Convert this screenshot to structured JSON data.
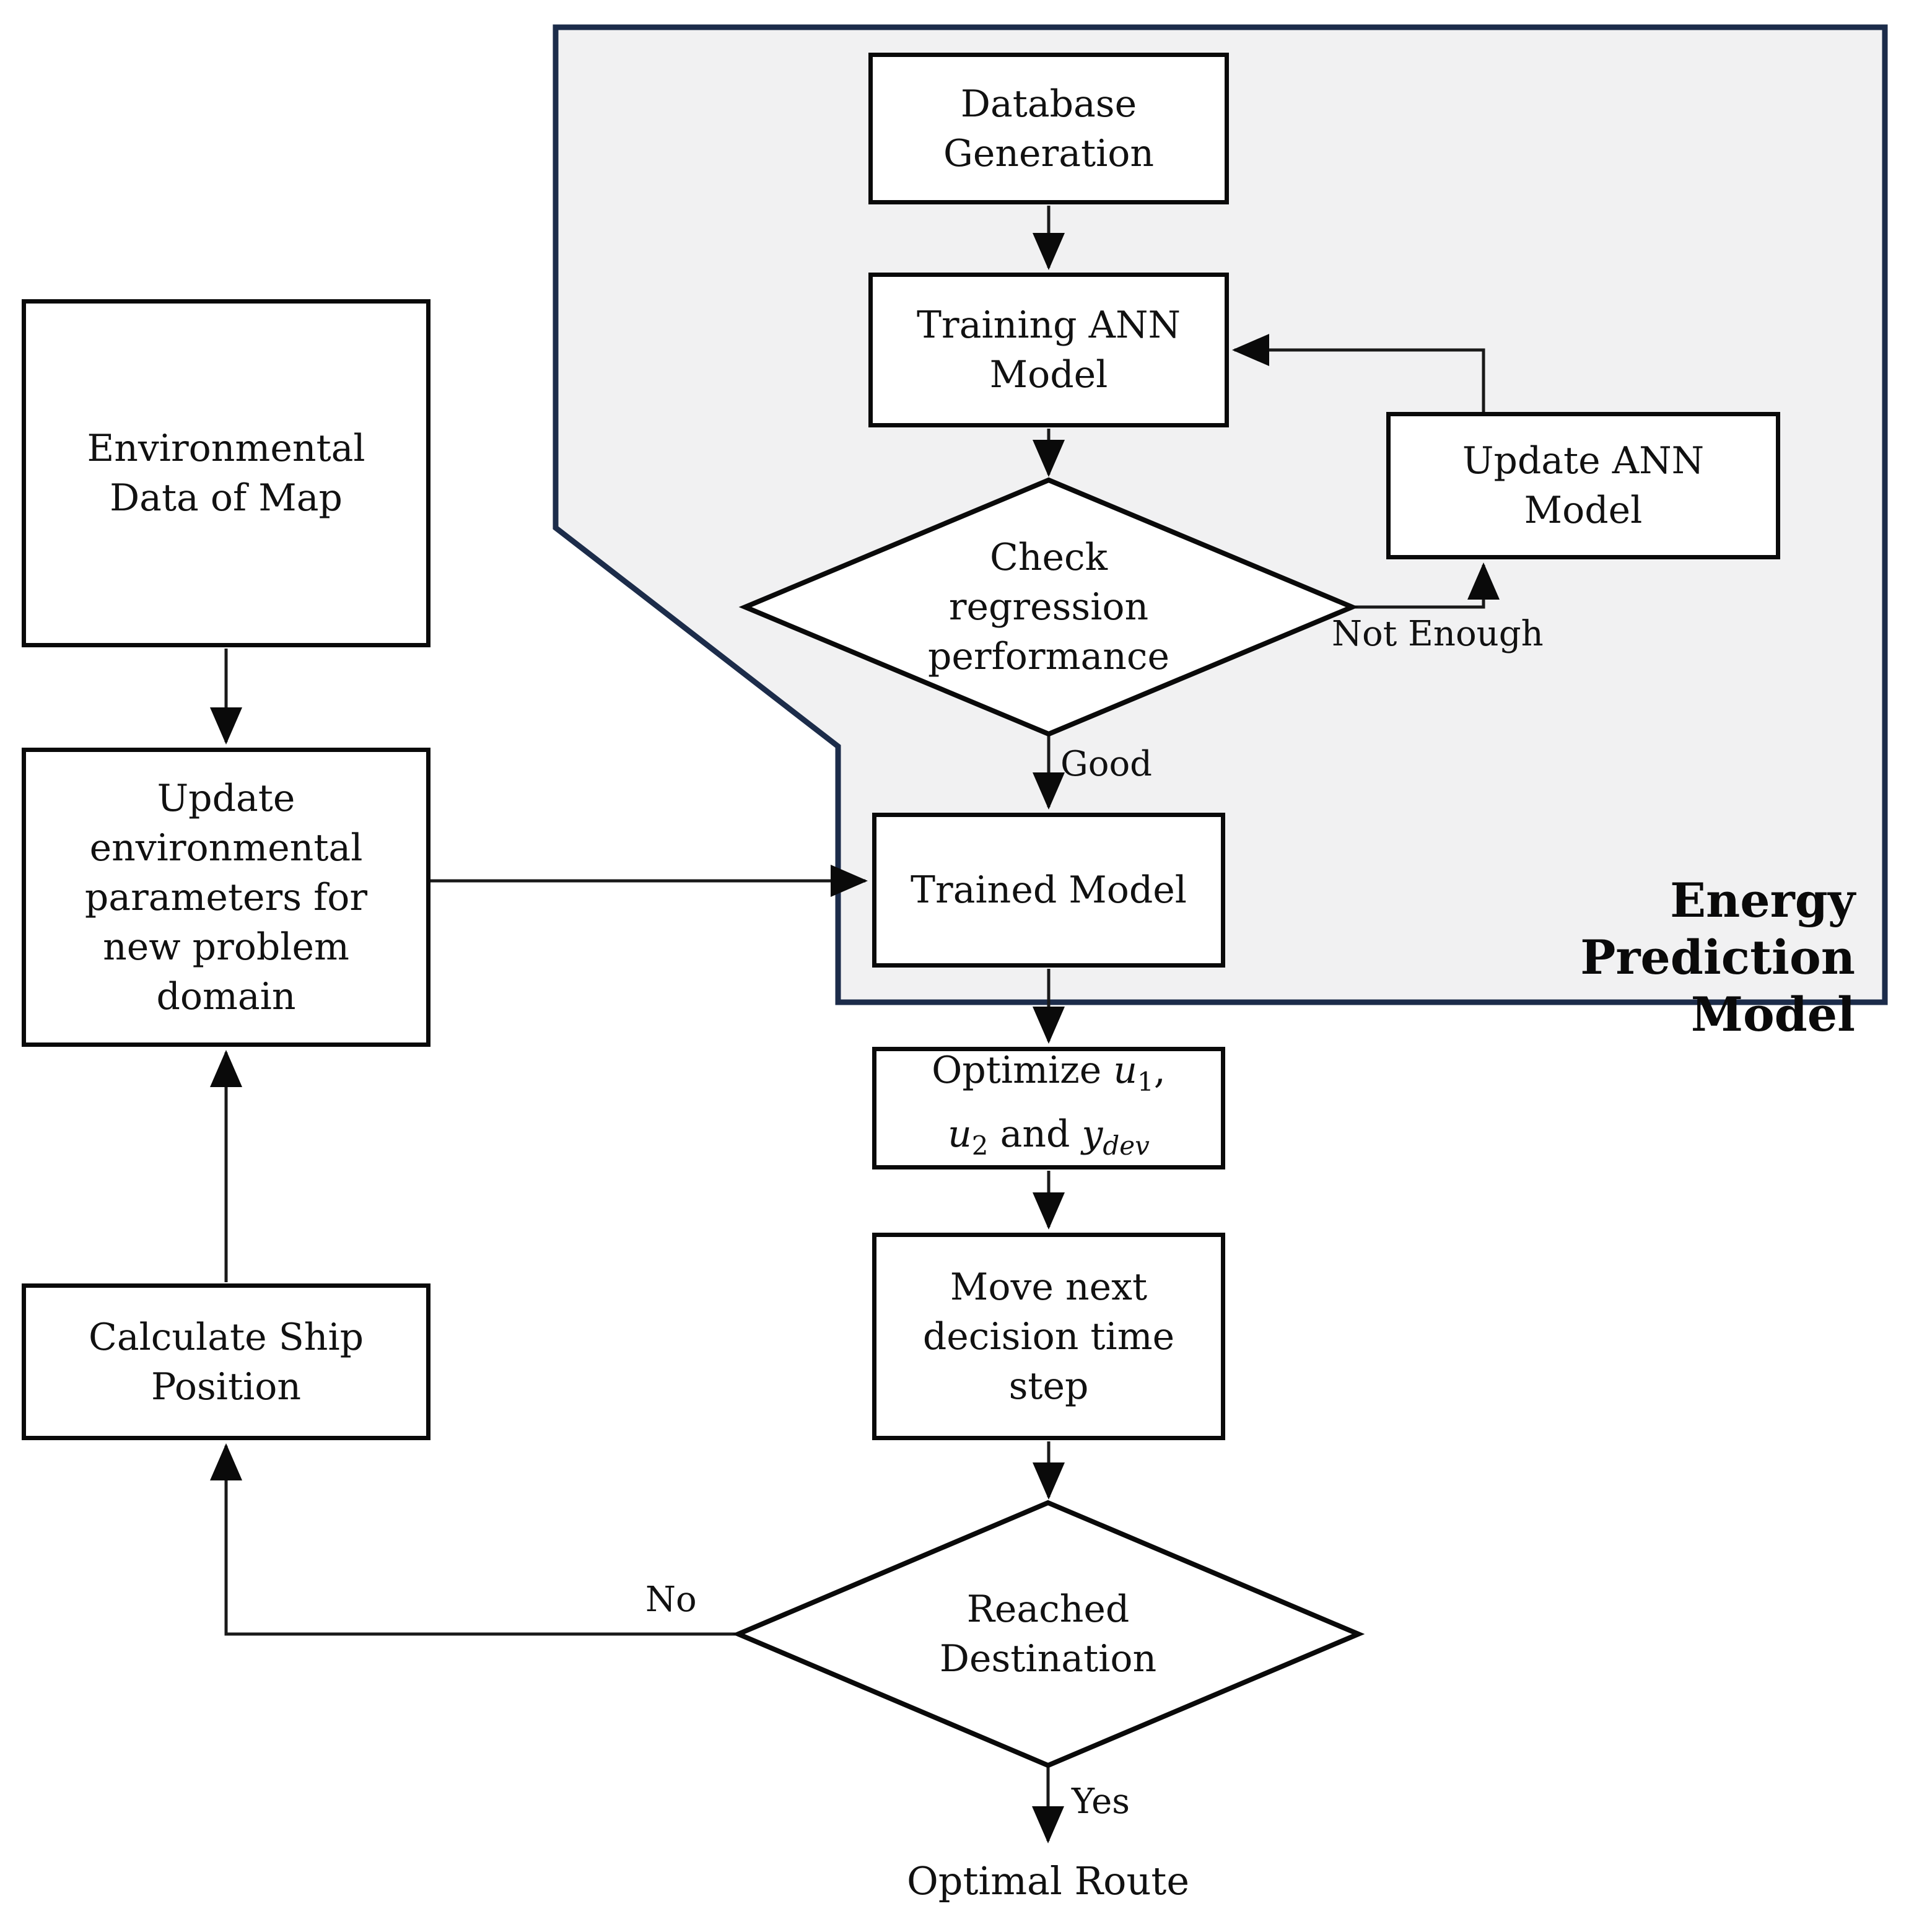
{
  "region": {
    "label": "Energy\nPrediction Model",
    "fill_color": "#f1f1f2",
    "border_color": "#1c2c4a"
  },
  "nodes": {
    "environmental_data": {
      "label": "Environmental\nData of Map"
    },
    "update_env": {
      "label": "Update\nenvironmental\nparameters for\nnew problem\ndomain"
    },
    "calculate_ship": {
      "label": "Calculate Ship\nPosition"
    },
    "database_generation": {
      "label": "Database\nGeneration"
    },
    "training_ann": {
      "label": "Training ANN\nModel"
    },
    "update_ann": {
      "label": "Update ANN\nModel"
    },
    "check_regression": {
      "label": "Check\nregression\nperformance"
    },
    "trained_model": {
      "label": "Trained Model"
    },
    "optimize": {
      "line1": [
        "Optimize ",
        "u",
        "1",
        ","
      ],
      "line2": [
        "u",
        "2",
        " and ",
        "y",
        "dev"
      ]
    },
    "move_next": {
      "label": "Move next\ndecision time\nstep"
    },
    "reached_destination": {
      "label": "Reached\nDestination"
    },
    "optimal_route": {
      "label": "Optimal Route"
    }
  },
  "edge_labels": {
    "good": "Good",
    "not_enough": "Not Enough",
    "no": "No",
    "yes": "Yes"
  },
  "colors": {
    "node_fill": "#ffffff",
    "node_border": "#0a0a0a",
    "connector": "#1a1a1a",
    "text": "#111111"
  }
}
